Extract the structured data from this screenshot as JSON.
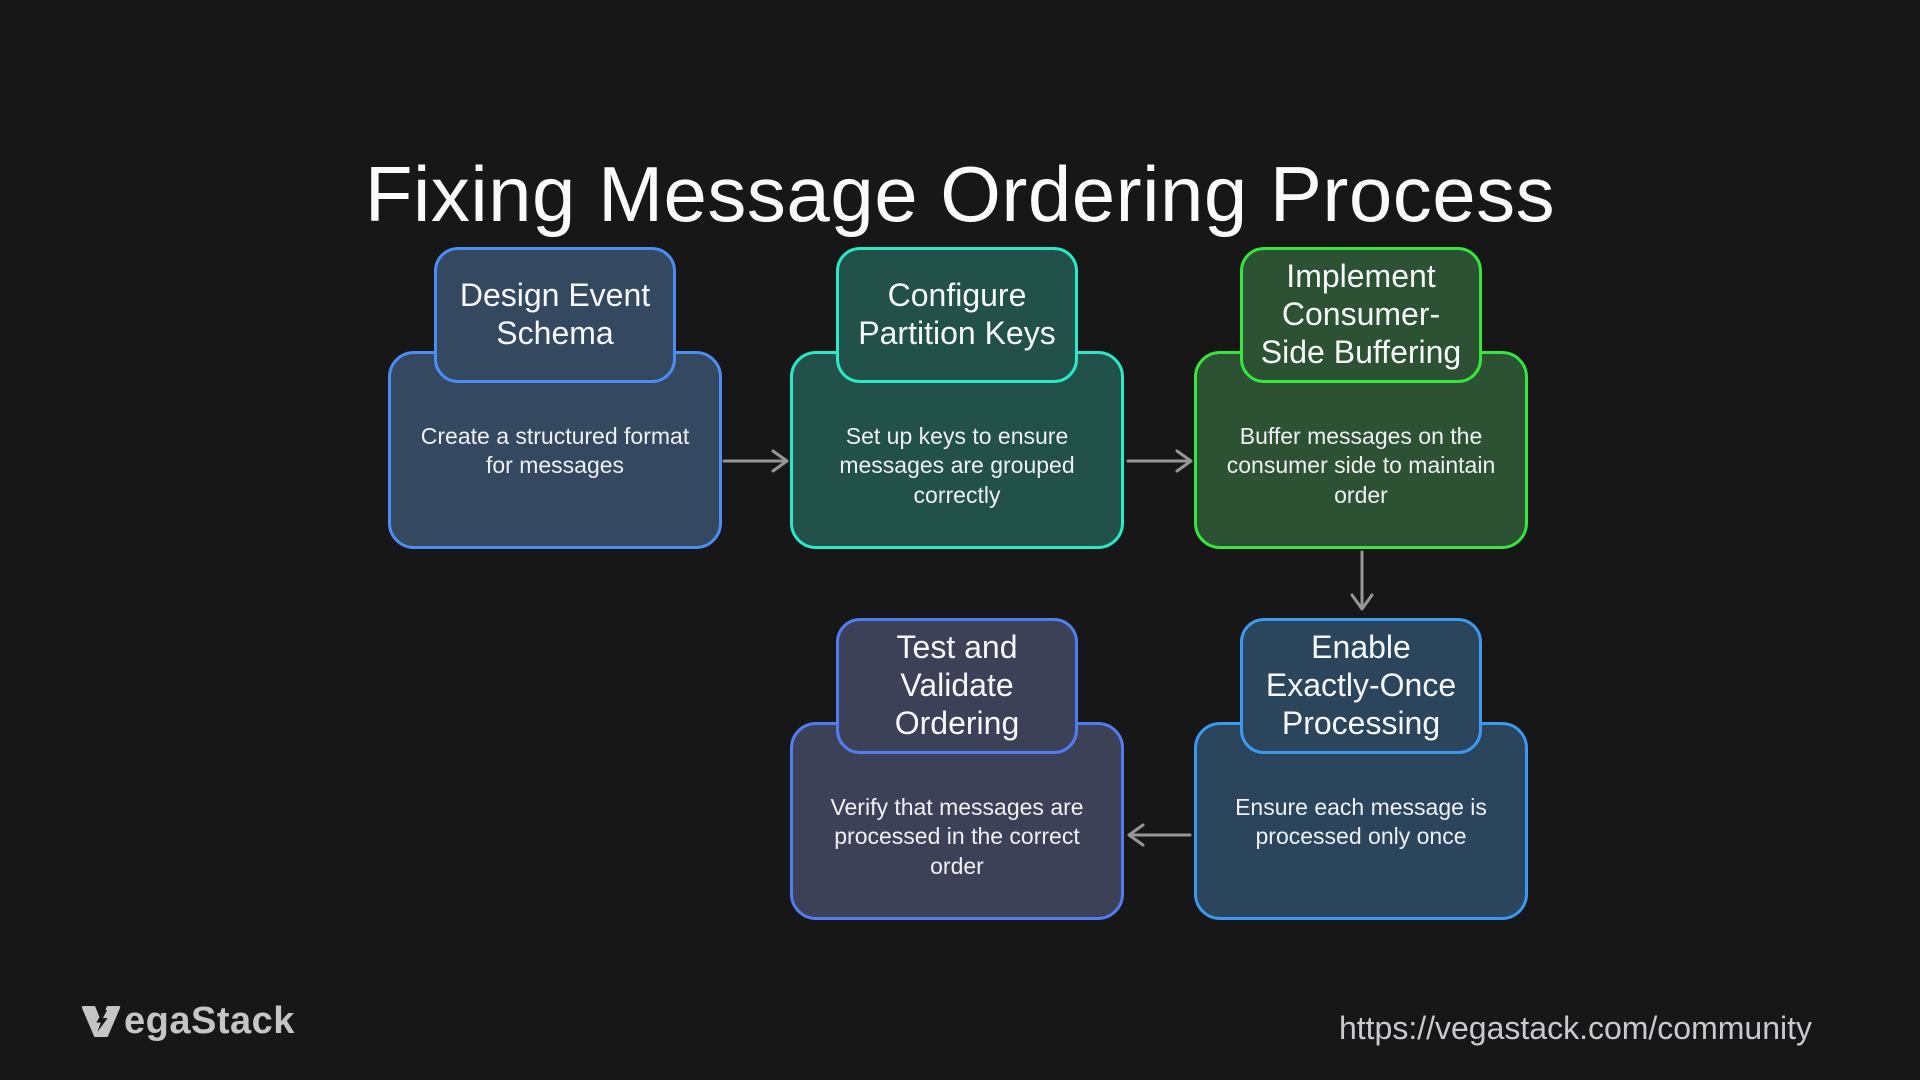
{
  "page": {
    "title": "Fixing Message Ordering Process",
    "background": "#171717"
  },
  "diagram": {
    "arrow_color": "#969696",
    "title_text_color": "#f7f8fa",
    "description_text_color": "#eef0f3"
  },
  "steps": [
    {
      "title": "Design Event Schema",
      "description": "Create a structured format for messages",
      "fill": "#34495f",
      "border": "#4c8cf5"
    },
    {
      "title": "Configure Partition Keys",
      "description": "Set up keys to ensure messages are grouped correctly",
      "fill": "#215149",
      "border": "#2be8c9"
    },
    {
      "title": "Implement Consumer-Side Buffering",
      "description": "Buffer messages on the consumer side to maintain order",
      "fill": "#2c5233",
      "border": "#36e63c"
    },
    {
      "title": "Enable Exactly-Once Processing",
      "description": "Ensure each message is processed only once",
      "fill": "#2b465c",
      "border": "#3b9af0"
    },
    {
      "title": "Test and Validate Ordering",
      "description": "Verify that messages are processed in the correct order",
      "fill": "#3c4157",
      "border": "#527df2"
    }
  ],
  "footer": {
    "brand": "VegaStack",
    "brand_rest": "egaStack",
    "url": "https://vegastack.com/community"
  }
}
